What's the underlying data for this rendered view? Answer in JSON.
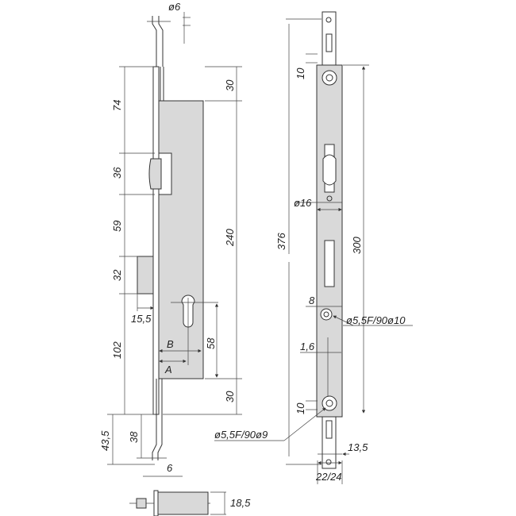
{
  "side_view": {
    "dims": {
      "rod_dia": "ø6",
      "d74": "74",
      "d36": "36",
      "d59": "59",
      "d32": "32",
      "d102": "102",
      "d43_5": "43,5",
      "d38": "38",
      "d30_top": "30",
      "d240": "240",
      "d30_bottom": "30",
      "d58": "58",
      "d15_5": "15,5",
      "rod_bottom": "6",
      "B": "B",
      "A": "A"
    }
  },
  "bottom_view": {
    "dims": {
      "d18_5": "18,5"
    }
  },
  "front_view": {
    "dims": {
      "d376": "376",
      "d300": "300",
      "d10_top": "10",
      "d16": "ø16",
      "d8": "8",
      "hole_mid": "ø5,5F/90ø10",
      "d1_6": "1,6",
      "d10_bottom": "10",
      "hole_bottom": "ø5,5F/90ø9",
      "d13_5": "13,5",
      "d22_24": "22/24"
    }
  },
  "colors": {
    "fill": "#d9d9d9",
    "line": "#333333"
  }
}
